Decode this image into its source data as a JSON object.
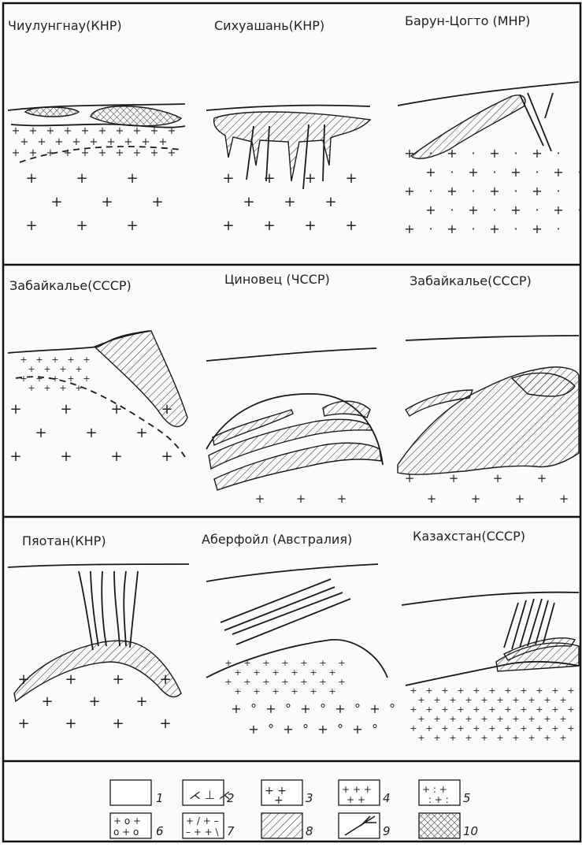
{
  "panels": [
    {
      "id": "p1",
      "title": "Чиулунгнау(КНР)"
    },
    {
      "id": "p2",
      "title": "Сихуашань(КНР)"
    },
    {
      "id": "p3",
      "title": "Барун-Цогто (МНР)"
    },
    {
      "id": "p4",
      "title": "Забайкалье(СССР)"
    },
    {
      "id": "p5",
      "title": "Циновец (ЧССР)"
    },
    {
      "id": "p6",
      "title": "Забайкалье(СССР)"
    },
    {
      "id": "p7",
      "title": "Пяотан(КНР)"
    },
    {
      "id": "p8",
      "title": "Аберфойл (Австралия)"
    },
    {
      "id": "p9",
      "title": "Казахстан(СССР)"
    }
  ],
  "legend": [
    {
      "num": "1",
      "pattern": "blank"
    },
    {
      "num": "2",
      "pattern": "volcanic"
    },
    {
      "num": "3",
      "pattern": "granite-coarse"
    },
    {
      "num": "4",
      "pattern": "granite-fine"
    },
    {
      "num": "5",
      "pattern": "granite-dotted"
    },
    {
      "num": "6",
      "pattern": "granite-circles"
    },
    {
      "num": "7",
      "pattern": "granite-dashed"
    },
    {
      "num": "8",
      "pattern": "hatched-ore"
    },
    {
      "num": "9",
      "pattern": "veins"
    },
    {
      "num": "10",
      "pattern": "cross-hatched"
    }
  ]
}
